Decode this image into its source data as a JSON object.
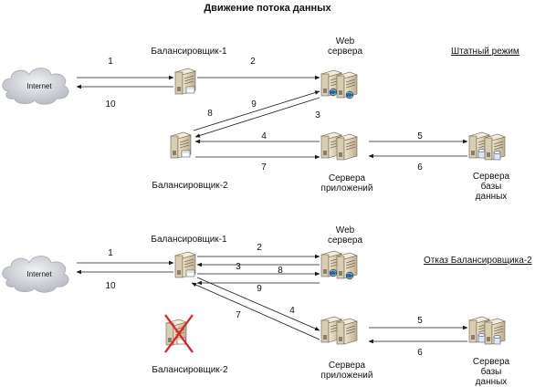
{
  "title": "Движение потока данных",
  "top": {
    "mode": "Штатный режим",
    "internet": "Internet",
    "balancer1": "Балансировщик-1",
    "balancer2": "Балансировщик-2",
    "web": [
      "Web",
      "сервера"
    ],
    "app": [
      "Сервера",
      "приложений"
    ],
    "db": [
      "Сервера",
      "базы",
      "данных"
    ],
    "arrows": [
      "1",
      "2",
      "3",
      "4",
      "5",
      "6",
      "7",
      "8",
      "9",
      "10"
    ]
  },
  "bottom": {
    "mode": "Отказ Балансировщика-2",
    "internet": "Internet",
    "balancer1": "Балансировщик-1",
    "balancer2": "Балансировщик-2",
    "web": [
      "Web",
      "сервера"
    ],
    "app": [
      "Сервера",
      "приложений"
    ],
    "db": [
      "Сервера",
      "базы",
      "данных"
    ],
    "arrows": [
      "1",
      "2",
      "3",
      "4",
      "5",
      "6",
      "7",
      "8",
      "9",
      "10"
    ]
  },
  "colors": {
    "arrow": "#1a1a1a",
    "cross": "#e02020",
    "server": "#d9cdb3",
    "cloud": "#c9ccd3"
  }
}
